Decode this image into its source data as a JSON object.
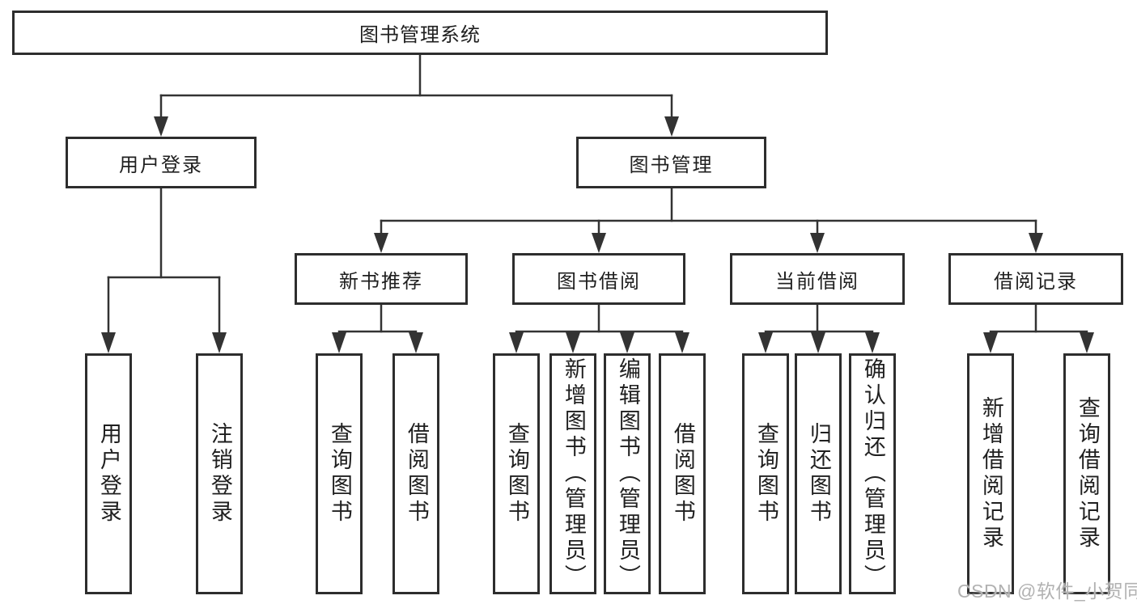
{
  "diagram": {
    "root": {
      "label": "图书管理系统"
    },
    "branches": [
      {
        "label": "用户登录",
        "leaves": [
          {
            "label": "用户登录"
          },
          {
            "label": "注销登录"
          }
        ]
      },
      {
        "label": "图书管理",
        "groups": [
          {
            "label": "新书推荐",
            "leaves": [
              {
                "label": "查询图书"
              },
              {
                "label": "借阅图书"
              }
            ]
          },
          {
            "label": "图书借阅",
            "leaves": [
              {
                "label": "查询图书"
              },
              {
                "label": "新增图书（管理员）"
              },
              {
                "label": "编辑图书（管理员）"
              },
              {
                "label": "借阅图书"
              }
            ]
          },
          {
            "label": "当前借阅",
            "leaves": [
              {
                "label": "查询图书"
              },
              {
                "label": "归还图书"
              },
              {
                "label": "确认归还（管理员）"
              }
            ]
          },
          {
            "label": "借阅记录",
            "leaves": [
              {
                "label": "新增借阅记录"
              },
              {
                "label": "查询借阅记录"
              }
            ]
          }
        ]
      }
    ]
  },
  "watermark": {
    "text": "CSDN @软件_小贺同学"
  },
  "colors": {
    "line": "#333333",
    "box_border": "#2d2d2d",
    "text": "#1f1f1f",
    "watermark_text": "#b2b2b2",
    "background": "#ffffff"
  }
}
